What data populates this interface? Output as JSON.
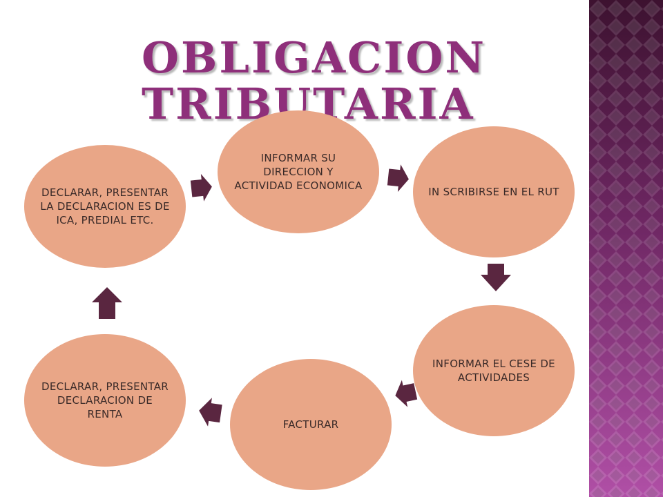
{
  "title": {
    "line1": "OBLIGACION",
    "line2": "TRIBUTARIA"
  },
  "diagram": {
    "steps": [
      {
        "id": "informar-direccion",
        "label": "INFORMAR SU DIRECCION Y ACTIVIDAD ECONOMICA"
      },
      {
        "id": "inscribirse-rut",
        "label": "IN SCRIBIRSE EN EL RUT"
      },
      {
        "id": "informar-cese",
        "label": "INFORMAR EL CESE DE ACTIVIDADES"
      },
      {
        "id": "facturar",
        "label": "FACTURAR"
      },
      {
        "id": "declarar-renta",
        "label": "DECLARAR, PRESENTAR DECLARACION DE RENTA"
      },
      {
        "id": "declarar-ica",
        "label": "DECLARAR, PRESENTAR LA DECLARACION ES DE ICA, PREDIAL ETC."
      }
    ],
    "flow_direction": "clockwise cycle",
    "colors": {
      "node_fill": "#e9a687",
      "arrow_fill": "#5a2640",
      "title_color": "#8e2f7a",
      "side_panel_dark": "#3d1230",
      "side_panel_light": "#b04fa6"
    }
  }
}
